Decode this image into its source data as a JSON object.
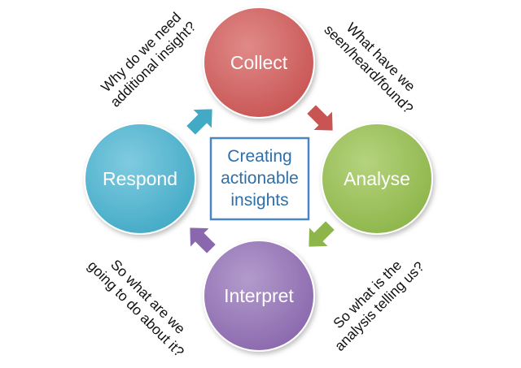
{
  "center": {
    "lines": [
      "Creating",
      "actionable",
      "insights"
    ],
    "border_color": "#4a86c5",
    "text_color": "#2f6fa8"
  },
  "nodes": [
    {
      "id": "collect",
      "label": "Collect",
      "color": "#c85554",
      "light": "#e08a88"
    },
    {
      "id": "analyse",
      "label": "Analyse",
      "color": "#8db54a",
      "light": "#b5d37d"
    },
    {
      "id": "interpret",
      "label": "Interpret",
      "color": "#8a68ad",
      "light": "#b39bcc"
    },
    {
      "id": "respond",
      "label": "Respond",
      "color": "#43aac6",
      "light": "#7fcbe0"
    }
  ],
  "questions": {
    "collect_analyse": [
      "What have we",
      "seen/heard/found?"
    ],
    "analyse_interpret": [
      "So what is the",
      "analysis telling us?"
    ],
    "interpret_respond": [
      "So what are we",
      "going to do about it?"
    ],
    "respond_collect": [
      "Why do we need",
      "additional insight?"
    ]
  },
  "arrows": [
    {
      "id": "collect-to-analyse",
      "icon": "arrow-down-right",
      "color": "#c85554"
    },
    {
      "id": "analyse-to-interpret",
      "icon": "arrow-down-left",
      "color": "#8db54a"
    },
    {
      "id": "interpret-to-respond",
      "icon": "arrow-up-left",
      "color": "#8a68ad"
    },
    {
      "id": "respond-to-collect",
      "icon": "arrow-up-right",
      "color": "#43aac6"
    }
  ]
}
